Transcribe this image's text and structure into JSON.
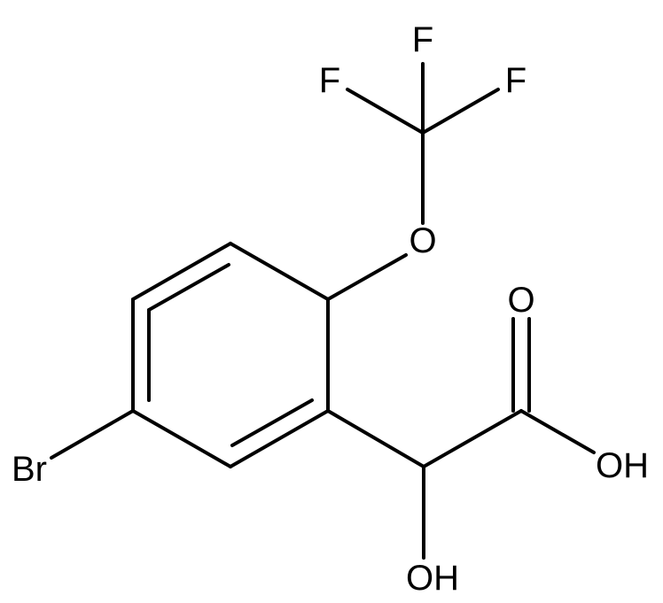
{
  "atoms": {
    "f_top": "F",
    "f_left": "F",
    "f_right": "F",
    "o_ether": "O",
    "br": "Br",
    "o_carbonyl": "O",
    "oh_acid": "OH",
    "oh_alpha": "OH"
  },
  "colors": {
    "bond": "#000000",
    "label": "#000000",
    "background": "#ffffff"
  }
}
